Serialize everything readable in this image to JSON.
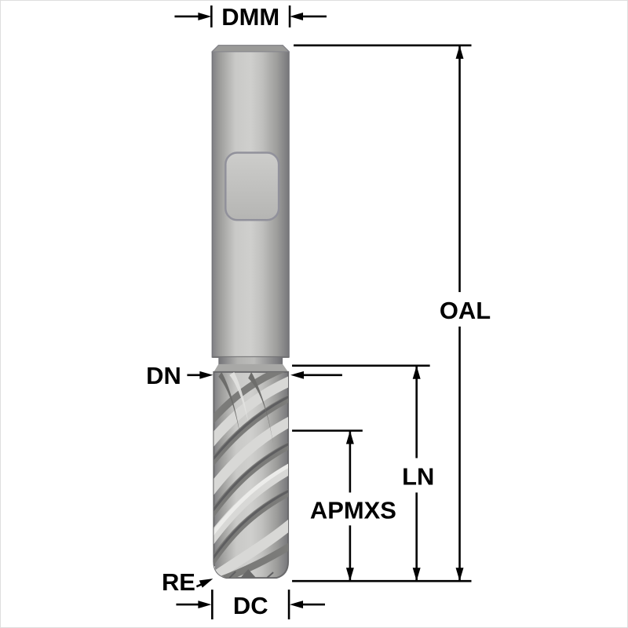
{
  "diagram": {
    "type": "end-mill-dimension-drawing",
    "labels": {
      "shank_diameter": "DMM",
      "overall_length": "OAL",
      "neck_diameter": "DN",
      "flute_length": "LN",
      "max_depth_of_cut": "APMXS",
      "corner_radius": "RE",
      "cutting_diameter": "DC"
    },
    "colors": {
      "line": "#000000",
      "background": "#ffffff",
      "metal_light": "#cfcfcd",
      "metal_mid": "#b9b9b7",
      "metal_dark": "#77777b",
      "flute_groove": "#7b7b79",
      "flute_land": "#d8d8d6"
    }
  }
}
